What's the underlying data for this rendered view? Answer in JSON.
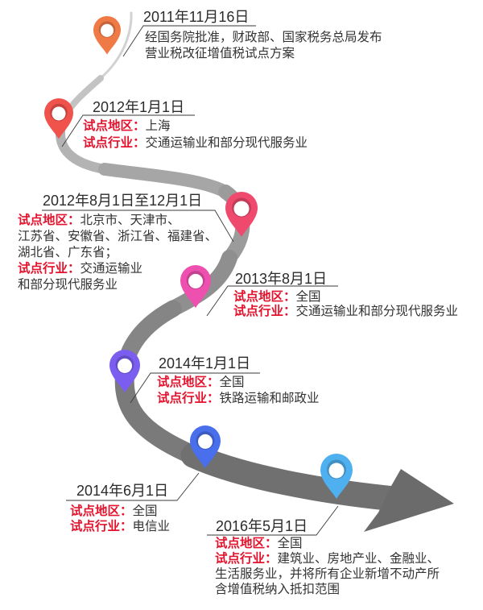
{
  "timeline": {
    "road_color": "#707071",
    "label_color": "#e3132d",
    "events": [
      {
        "date": "2011年11月16日",
        "pin_color": "#f07a45",
        "lines": [
          {
            "text": "经国务院批准，财政部、国家税务总局发布"
          },
          {
            "text": "营业税改征增值税试点方案"
          }
        ]
      },
      {
        "date": "2012年1月1日",
        "pin_color": "#ef534b",
        "lines": [
          {
            "label": "试点地区：",
            "text": "上海"
          },
          {
            "label": "试点行业：",
            "text": "交通运输业和部分现代服务业"
          }
        ]
      },
      {
        "date": "2012年8月1日至12月1日",
        "pin_color": "#ef4a6d",
        "lines": [
          {
            "label": "试点地区：",
            "text": "北京市、天津市、"
          },
          {
            "text": "江苏省、安徽省、浙江省、福建省、"
          },
          {
            "text": "湖北省、广东省；"
          },
          {
            "label": "试点行业：",
            "text": "交通运输业"
          },
          {
            "text": "和部分现代服务业"
          }
        ]
      },
      {
        "date": "2013年8月1日",
        "pin_color": "#ee50b0",
        "lines": [
          {
            "label": "试点地区：",
            "text": "全国"
          },
          {
            "label": "试点行业：",
            "text": "交通运输业和部分现代服务业"
          }
        ]
      },
      {
        "date": "2014年1月1日",
        "pin_color": "#7b5ef0",
        "lines": [
          {
            "label": "试点地区：",
            "text": "全国"
          },
          {
            "label": "试点行业：",
            "text": "铁路运输和邮政业"
          }
        ]
      },
      {
        "date": "2014年6月1日",
        "pin_color": "#4a6fec",
        "lines": [
          {
            "label": "试点地区：",
            "text": "全国"
          },
          {
            "label": "试点行业：",
            "text": "电信业"
          }
        ]
      },
      {
        "date": "2016年5月1日",
        "pin_color": "#4fb0f0",
        "lines": [
          {
            "label": "试点地区：",
            "text": "全国"
          },
          {
            "label": "试点行业：",
            "text": "建筑业、房地产业、金融业、"
          },
          {
            "text": "生活服务业，并将所有企业新增不动产所"
          },
          {
            "text": "含增值税纳入抵扣范围"
          }
        ]
      }
    ]
  }
}
